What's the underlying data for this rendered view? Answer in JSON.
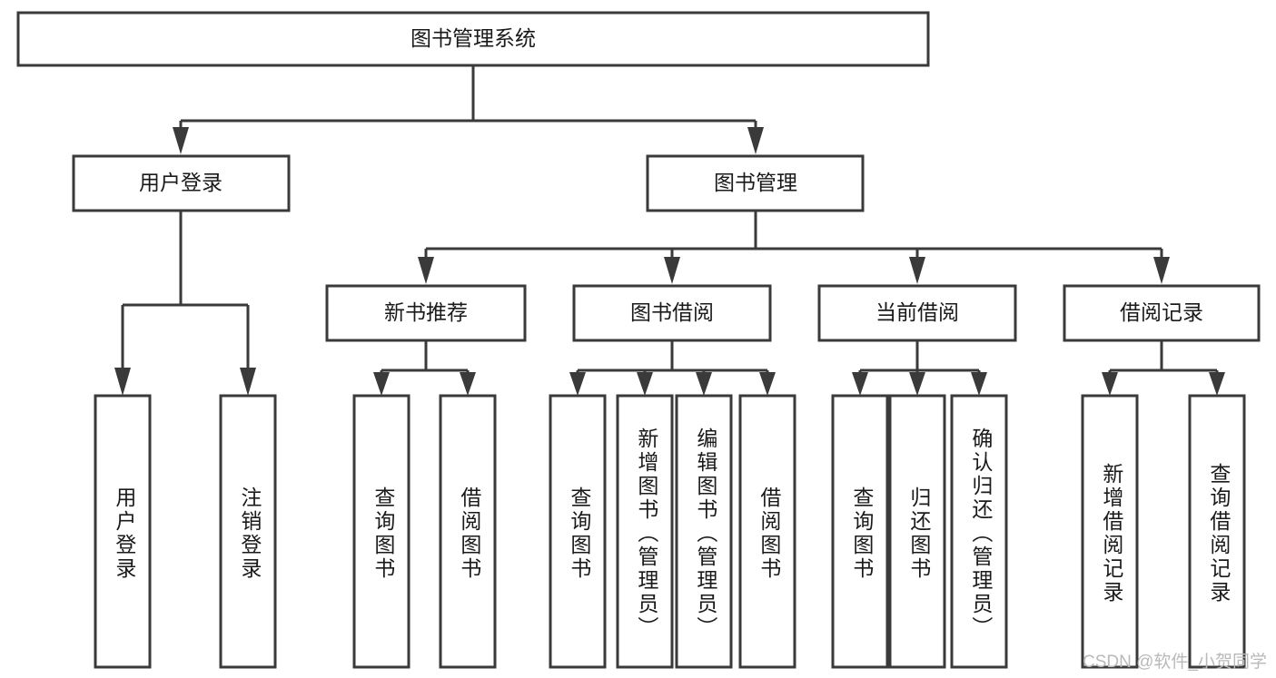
{
  "diagram": {
    "type": "tree-hierarchy-chart",
    "title": "图书管理系统",
    "orientation": "top-down",
    "colors": {
      "stroke": "#3a3a3a",
      "fill": "#ffffff",
      "text": "#1a1a1a",
      "watermark": "#b9b9b9",
      "background": "#ffffff"
    },
    "levels": {
      "root": {
        "label": "图书管理系统"
      },
      "level2": [
        {
          "id": "user-login",
          "label": "用户登录"
        },
        {
          "id": "book-management",
          "label": "图书管理"
        }
      ],
      "level3": [
        {
          "id": "new-book-recommend",
          "label": "新书推荐",
          "parent": "book-management"
        },
        {
          "id": "book-borrow",
          "label": "图书借阅",
          "parent": "book-management"
        },
        {
          "id": "current-borrow",
          "label": "当前借阅",
          "parent": "book-management"
        },
        {
          "id": "borrow-record",
          "label": "借阅记录",
          "parent": "book-management"
        }
      ],
      "leaves": [
        {
          "id": "leaf-user-login",
          "label": "用户登录",
          "parent": "user-login"
        },
        {
          "id": "leaf-logout-login",
          "label": "注销登录",
          "parent": "user-login"
        },
        {
          "id": "leaf-query-book-1",
          "label": "查询图书",
          "parent": "new-book-recommend"
        },
        {
          "id": "leaf-borrow-book-1",
          "label": "借阅图书",
          "parent": "new-book-recommend"
        },
        {
          "id": "leaf-query-book-2",
          "label": "查询图书",
          "parent": "book-borrow"
        },
        {
          "id": "leaf-add-book",
          "label": "新增图书（管理员）",
          "parent": "book-borrow"
        },
        {
          "id": "leaf-edit-book",
          "label": "编辑图书（管理员）",
          "parent": "book-borrow"
        },
        {
          "id": "leaf-borrow-book-2",
          "label": "借阅图书",
          "parent": "book-borrow"
        },
        {
          "id": "leaf-query-book-3",
          "label": "查询图书",
          "parent": "current-borrow"
        },
        {
          "id": "leaf-return-book",
          "label": "归还图书",
          "parent": "current-borrow"
        },
        {
          "id": "leaf-confirm-return",
          "label": "确认归还（管理员）",
          "parent": "current-borrow"
        },
        {
          "id": "leaf-add-record",
          "label": "新增借阅记录",
          "parent": "borrow-record"
        },
        {
          "id": "leaf-query-record",
          "label": "查询借阅记录",
          "parent": "borrow-record"
        }
      ]
    },
    "watermark": "CSDN @软件_小贺同学"
  }
}
